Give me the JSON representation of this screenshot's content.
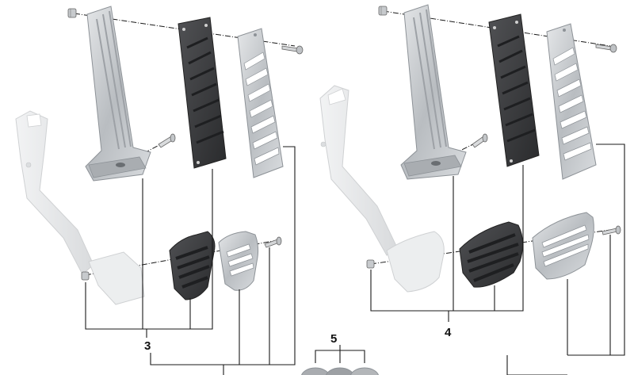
{
  "labels": {
    "left_set": "3",
    "right_set": "4",
    "caps": "5"
  },
  "colors": {
    "aluminium": "#cfd2d6",
    "aluminium_dark": "#8d9297",
    "rubber": "#3a3b3d",
    "bracket": "#e9eaeb",
    "leader": "#1a1a1a"
  }
}
